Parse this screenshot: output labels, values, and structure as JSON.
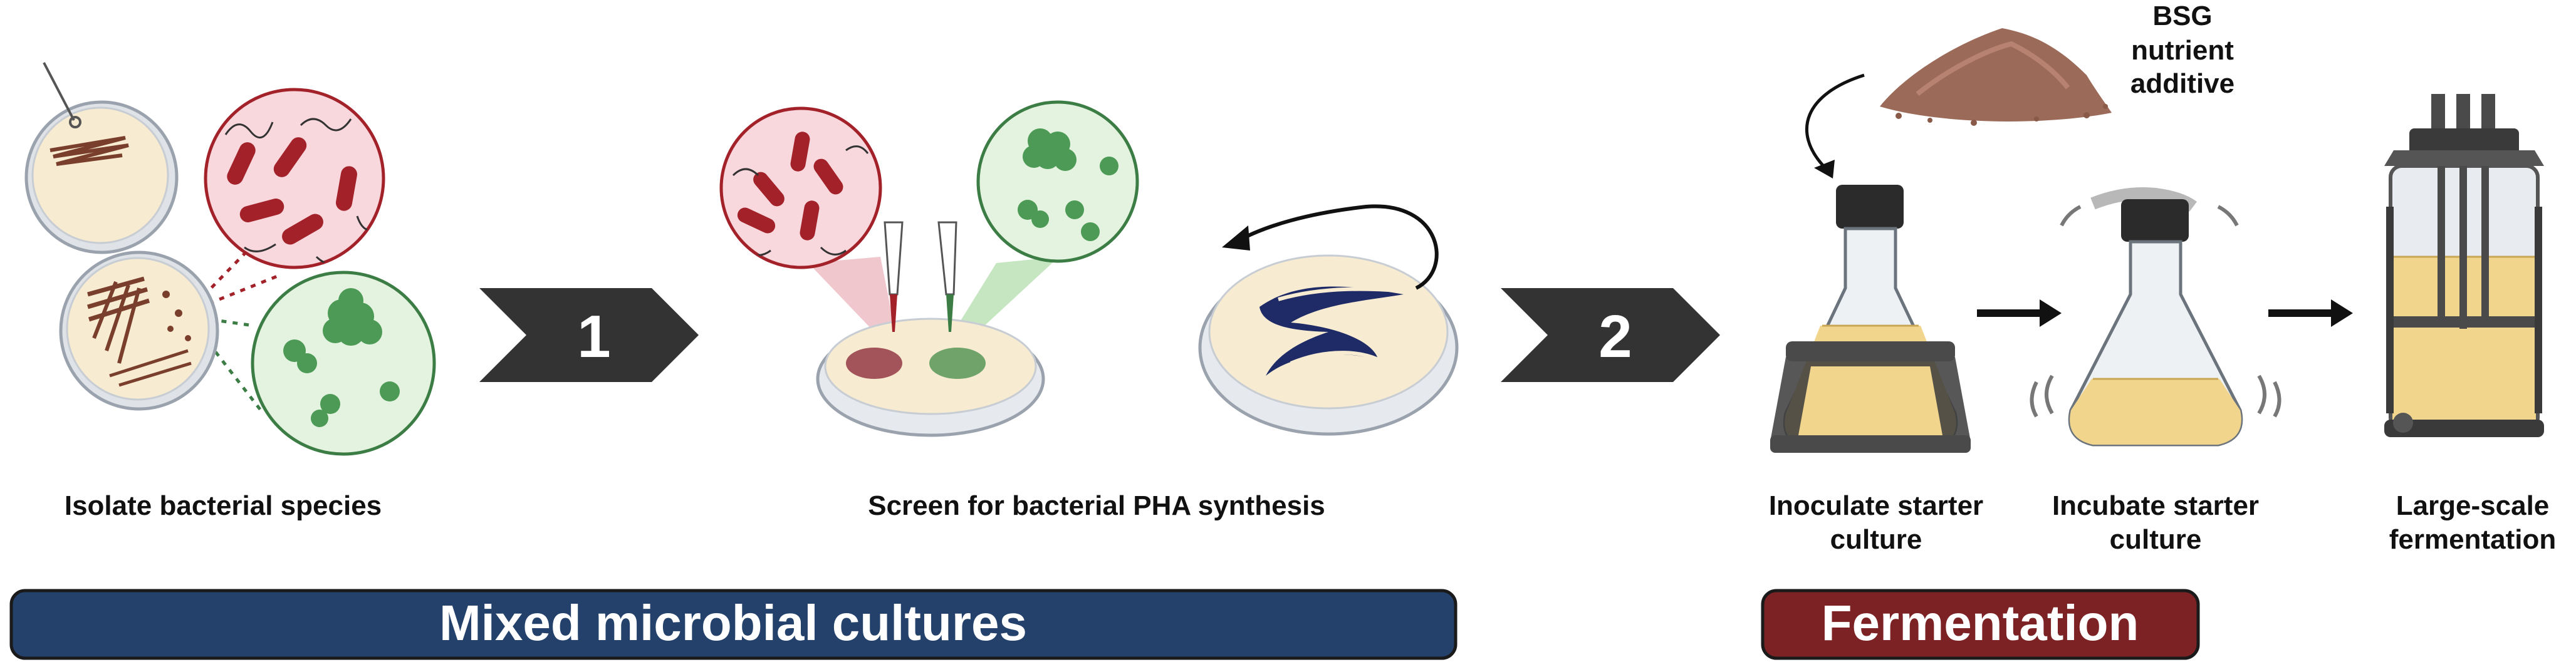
{
  "steps": {
    "isolate": "Isolate bacterial species",
    "screen": "Screen for bacterial PHA synthesis",
    "inoculate_line1": "Inoculate starter",
    "inoculate_line2": "culture",
    "incubate_line1": "Incubate starter",
    "incubate_line2": "culture",
    "ferment_line1": "Large-scale",
    "ferment_line2": "fermentation"
  },
  "additive": {
    "line1": "BSG",
    "line2": "nutrient",
    "line3": "additive"
  },
  "markers": {
    "one": "1",
    "two": "2"
  },
  "banners": {
    "mixed": "Mixed microbial cultures",
    "fermentation": "Fermentation"
  },
  "colors": {
    "mixed_banner": "#23416b",
    "fermentation_banner": "#7c2224",
    "chevron": "#333333",
    "red_bacteria": "#a3222a",
    "green_bacteria": "#4c9a55",
    "agar": "#f7ecd2",
    "culture_liquid": "#f1d58d",
    "pha_stain": "#1f2b67"
  }
}
